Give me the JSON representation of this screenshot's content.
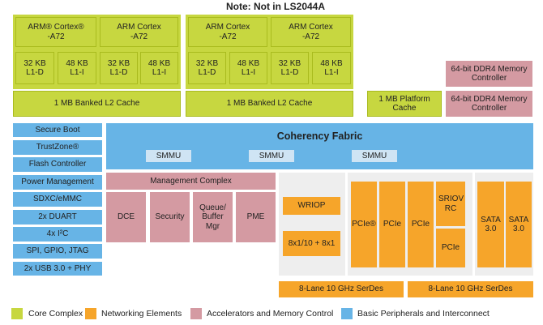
{
  "note": "Note: Not in LS2044A",
  "cores": [
    {
      "name": "ARM® Cortex® -A72",
      "l1d": "32 KB L1-D",
      "l1i": "48 KB L1-I"
    },
    {
      "name": "ARM Cortex -A72",
      "l1d": "32 KB L1-D",
      "l1i": "48 KB L1-I"
    },
    {
      "name": "ARM Cortex -A72",
      "l1d": "32 KB L1-D",
      "l1i": "48 KB L1-I"
    },
    {
      "name": "ARM Cortex -A72",
      "l1d": "32 KB L1-D",
      "l1i": "48 KB L1-I"
    }
  ],
  "l2_cache": [
    "1 MB Banked L2 Cache",
    "1 MB Banked L2 Cache"
  ],
  "platform_cache": "1 MB Platform Cache",
  "ddr": [
    "64-bit DDR4 Memory Controller",
    "64-bit DDR4 Memory Controller"
  ],
  "peripherals": [
    "Secure Boot",
    "TrustZone®",
    "Flash Controller",
    "Power Management",
    "SDXC/eMMC",
    "2x DUART",
    "4x I²C",
    "SPI, GPIO, JTAG",
    "2x USB 3.0 + PHY"
  ],
  "coherency_fabric": "Coherency Fabric",
  "smmu": [
    "SMMU",
    "SMMU",
    "SMMU"
  ],
  "management_complex": "Management Complex",
  "accelerators": [
    "DCE",
    "Security",
    "Queue/ Buffer Mgr",
    "PME"
  ],
  "wriop": "WRIOP",
  "ethernet": "8x1/10 + 8x1",
  "pcie": [
    "PCIe®",
    "PCIe",
    "PCIe",
    "SRIOV RC",
    "PCIe"
  ],
  "sata": [
    "SATA 3.0",
    "SATA 3.0"
  ],
  "serdes": [
    "8-Lane 10 GHz SerDes",
    "8-Lane 10 GHz SerDes"
  ],
  "legend": [
    {
      "label": "Core Complex",
      "color": "#c7d740"
    },
    {
      "label": "Networking Elements",
      "color": "#f6a52a"
    },
    {
      "label": "Accelerators and Memory Control",
      "color": "#d49aa2"
    },
    {
      "label": "Basic Peripherals and Interconnect",
      "color": "#67b4e6"
    }
  ]
}
